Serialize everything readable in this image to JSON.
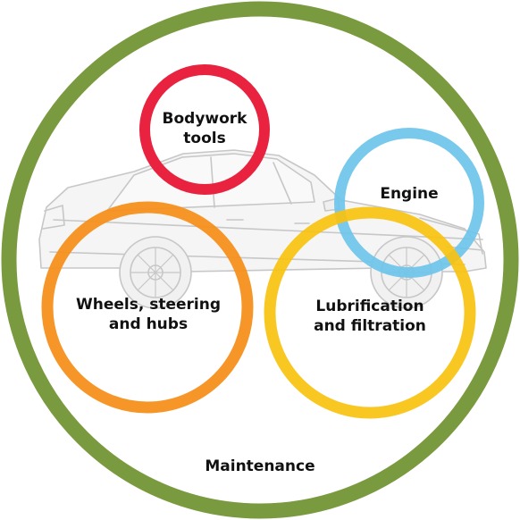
{
  "outer": {
    "label": "Maintenance",
    "color": "#7a9a3f"
  },
  "circles": [
    {
      "key": "bodywork",
      "lines": [
        "Bodywork",
        "tools"
      ],
      "color": "#e8223f"
    },
    {
      "key": "engine",
      "lines": [
        "Engine"
      ],
      "color": "#6cc4ea"
    },
    {
      "key": "wheels",
      "lines": [
        "Wheels, steering",
        "and hubs"
      ],
      "color": "#f5901e"
    },
    {
      "key": "lubrication",
      "lines": [
        "Lubrification",
        "and filtration"
      ],
      "color": "#f9c20f"
    }
  ],
  "background_image": "car-illustration"
}
